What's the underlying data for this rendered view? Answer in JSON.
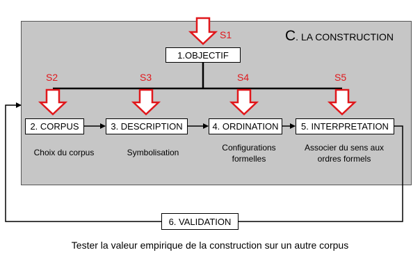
{
  "panel": {
    "title_letter": "C",
    "title_rest": ". LA CONSTRUCTION"
  },
  "objective_box": "1.OBJECTIF",
  "steps": [
    {
      "label": "2. CORPUS",
      "caption": "Choix du corpus"
    },
    {
      "label": "3. DESCRIPTION",
      "caption": "Symbolisation"
    },
    {
      "label": "4. ORDINATION",
      "caption": "Configurations formelles"
    },
    {
      "label": "5. INTERPRETATION",
      "caption": "Associer du sens aux ordres formels"
    }
  ],
  "signals": [
    "S1",
    "S2",
    "S3",
    "S4",
    "S5"
  ],
  "validation_box": "6. VALIDATION",
  "footer_text": "Tester la valeur empirique de la construction sur un autre corpus",
  "colors": {
    "panel_bg": "#c6c6c6",
    "arrow_red": "#e0171b"
  }
}
